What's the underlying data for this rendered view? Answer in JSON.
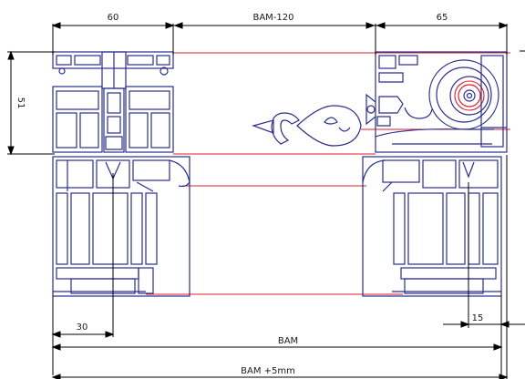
{
  "drawing": {
    "colors": {
      "profile": "#2a2f8c",
      "dimension": "#000000",
      "reference": "#d9202a"
    },
    "dimensions": {
      "top_left": "60",
      "top_middle": "BAM-120",
      "top_right": "65",
      "left_height": "51",
      "bottom_left": "30",
      "bottom_right": "15",
      "bam": "BAM",
      "bam_plus": "BAM +5mm"
    },
    "icons": [
      "window-handle-icon",
      "lock-mechanism-icon",
      "roller-wheel-icon"
    ]
  }
}
